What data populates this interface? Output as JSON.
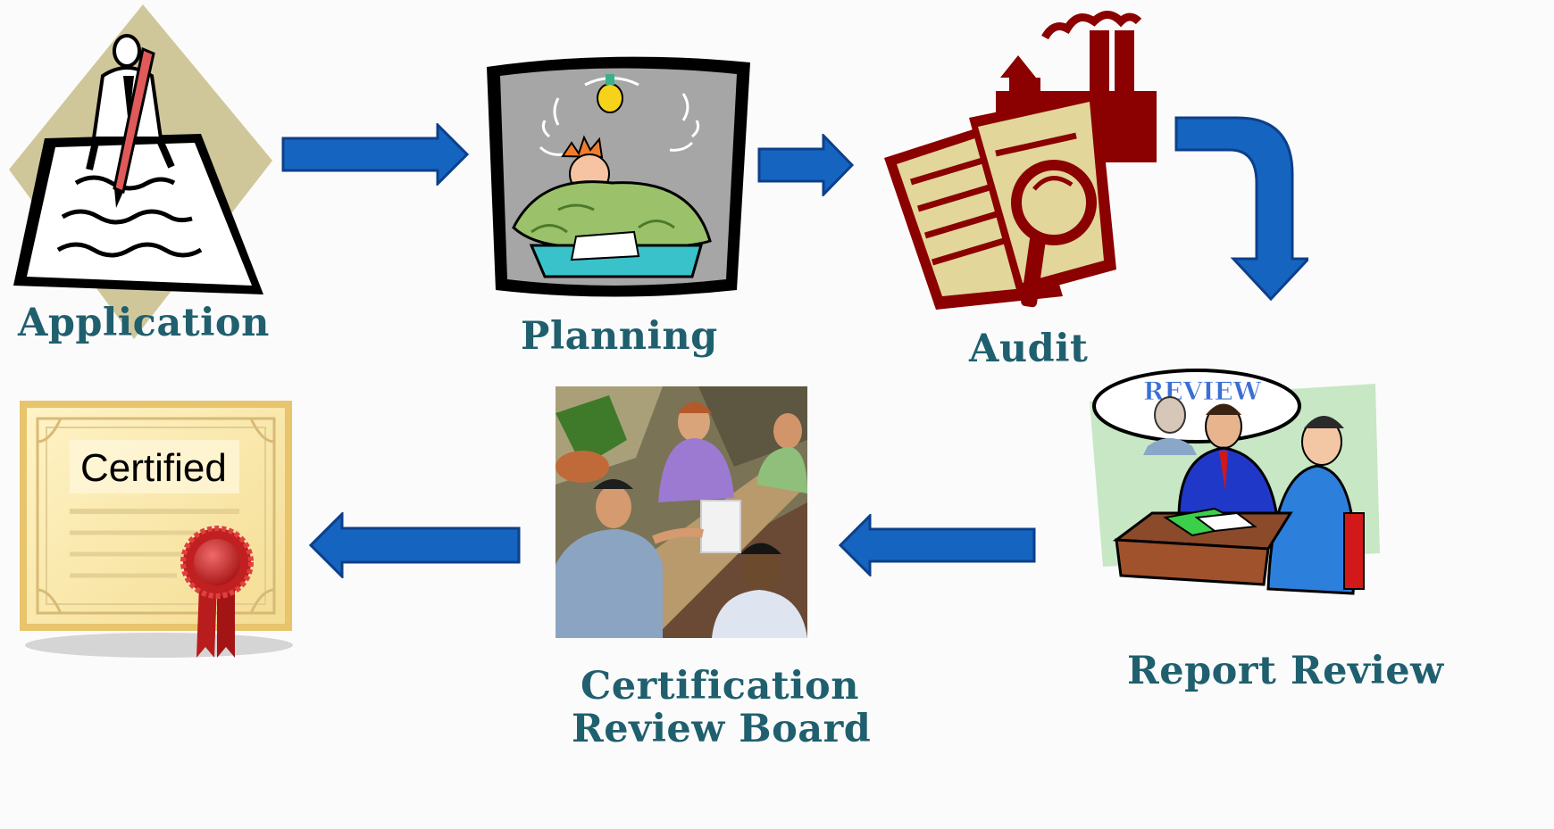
{
  "steps": {
    "application": {
      "label": "Application",
      "icon": "writing-contract-icon"
    },
    "planning": {
      "label": "Planning",
      "icon": "thinking-person-icon"
    },
    "audit": {
      "label": "Audit",
      "icon": "magnifier-book-factory-icon"
    },
    "report_review": {
      "label": "Report Review",
      "icon": "review-meeting-icon",
      "bubble_text": "REVIEW"
    },
    "review_board": {
      "label_line1": "Certification",
      "label_line2": "Review Board",
      "icon": "board-meeting-icon"
    },
    "certified": {
      "text": "Certified",
      "icon": "certificate-icon"
    }
  },
  "colors": {
    "label": "#1f5f6e",
    "arrow": "#1565c0",
    "arrow_edge": "#0d3f8a",
    "factory": "#8b0000",
    "book": "#e2d69a"
  }
}
